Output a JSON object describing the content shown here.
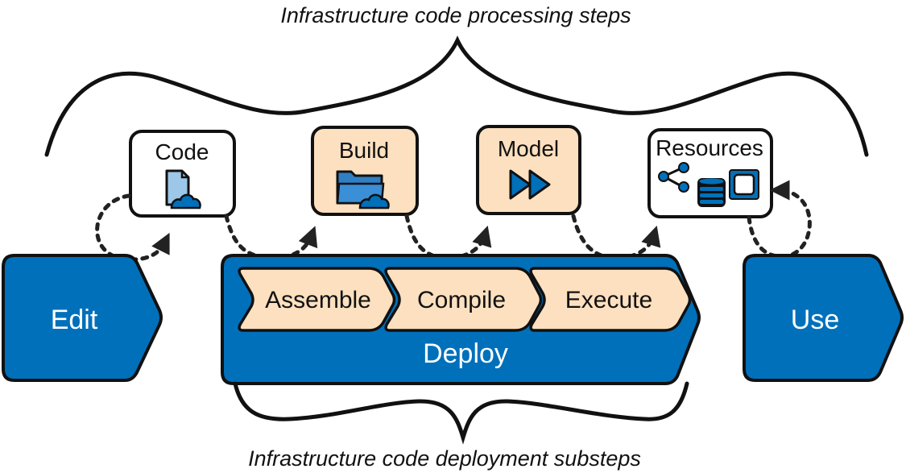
{
  "colors": {
    "blue": "#0070bb",
    "peach": "#fde0bf",
    "light_blue": "#9cc7e8",
    "outline": "#111111",
    "white": "#ffffff"
  },
  "captions": {
    "top": "Infrastructure code processing steps",
    "bottom": "Infrastructure code deployment substeps"
  },
  "stages": {
    "edit": "Edit",
    "deploy": "Deploy",
    "use": "Use"
  },
  "substeps": [
    "Assemble",
    "Compile",
    "Execute"
  ],
  "artifacts": [
    {
      "label": "Code",
      "icon": "document-cloud-icon",
      "fill": "white"
    },
    {
      "label": "Build",
      "icon": "folder-cloud-icon",
      "fill": "peach"
    },
    {
      "label": "Model",
      "icon": "fast-forward-icon",
      "fill": "peach"
    },
    {
      "label": "Resources",
      "icon": "network-database-chip-icon",
      "fill": "white"
    }
  ]
}
